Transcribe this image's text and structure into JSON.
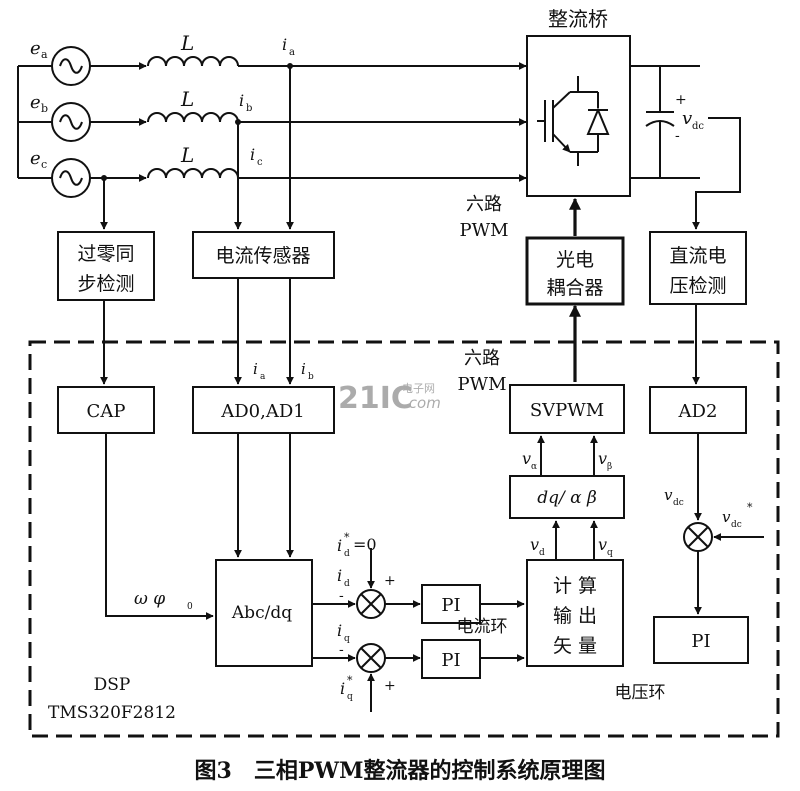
{
  "sources": {
    "ea": {
      "sym": "e",
      "sub": "a"
    },
    "eb": {
      "sym": "e",
      "sub": "b"
    },
    "ec": {
      "sym": "e",
      "sub": "c"
    }
  },
  "inductor_label": "L",
  "currents": {
    "ia": {
      "sym": "i",
      "sub": "a"
    },
    "ib": {
      "sym": "i",
      "sub": "b"
    },
    "ic": {
      "sym": "i",
      "sub": "c"
    }
  },
  "rectifier_title": "整流桥",
  "vdc": {
    "sym": "v",
    "sub": "dc",
    "plus": "+",
    "minus": "-"
  },
  "six_pwm_top": [
    "六路",
    "PWM"
  ],
  "six_pwm_mid": [
    "六路",
    "PWM"
  ],
  "blocks": {
    "zero_cross": [
      "过零同",
      "步检测"
    ],
    "current_sensor": "电流传感器",
    "optocoupler": [
      "光电",
      "耦合器"
    ],
    "dc_voltage_detect": [
      "直流电",
      "压检测"
    ],
    "cap": "CAP",
    "adc01": "AD0,AD1",
    "svpwm": "SVPWM",
    "ad2": "AD2",
    "dq_ab": "dq/ α  β",
    "abc_dq": "Abc/dq",
    "pi_d": "PI",
    "pi_q": "PI",
    "calc": [
      "计 算",
      "输 出",
      "矢 量"
    ],
    "pi_v": "PI"
  },
  "dsp_currents": {
    "ia": {
      "sym": "i",
      "sub": "a"
    },
    "ib": {
      "sym": "i",
      "sub": "b"
    }
  },
  "signals": {
    "valpha": {
      "sym": "v",
      "sub": "α"
    },
    "vbeta": {
      "sym": "v",
      "sub": "β"
    },
    "vd": {
      "sym": "v",
      "sub": "d"
    },
    "vq": {
      "sym": "v",
      "sub": "q"
    },
    "omega_phi": "ω  φ",
    "omega_phi_sub": "0",
    "id_ref": {
      "sym": "i",
      "sub": "d",
      "sup": "*",
      "tail": "=0"
    },
    "id": {
      "sym": "i",
      "sub": "d"
    },
    "iq": {
      "sym": "i",
      "sub": "q"
    },
    "iq_ref": {
      "sym": "i",
      "sub": "q",
      "sup": "*"
    },
    "vdc_fb": {
      "sym": "v",
      "sub": "dc"
    },
    "vdc_ref": {
      "sym": "v",
      "sub": "dc",
      "sup": "*"
    },
    "plus": "+",
    "minus": "-"
  },
  "loops": {
    "current": "电流环",
    "voltage": "电压环"
  },
  "dsp_label": [
    "DSP",
    "TMS320F2812"
  ],
  "watermark": {
    "main": "21IC",
    "cn": "电子网",
    "com": ".com"
  },
  "caption": "图3　三相PWM整流器的控制系统原理图"
}
